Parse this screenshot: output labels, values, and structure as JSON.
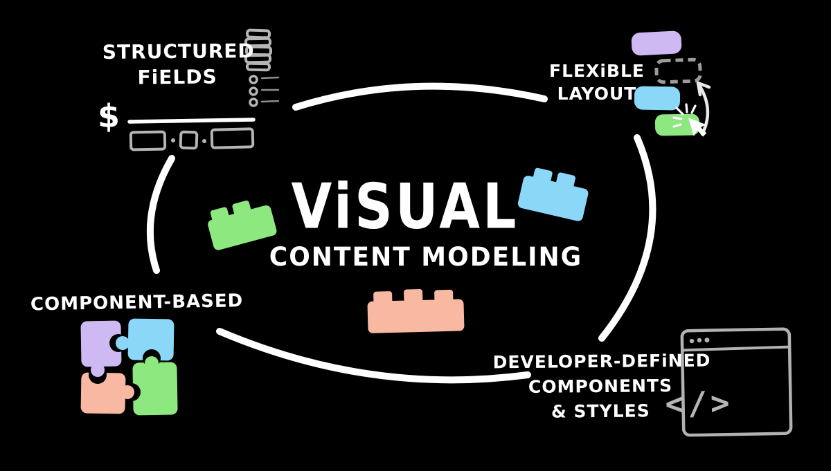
{
  "center": {
    "title": "ViSUAL",
    "subtitle": "CONTENT MODELING"
  },
  "labels": {
    "structured_fields": {
      "line1": "STRUCTURED",
      "line2": "FiELDS"
    },
    "flexible_layout": {
      "line1": "FLEXiBLE",
      "line2": "LAYOUT"
    },
    "component_based": {
      "text": "COMPONENT-BASED"
    },
    "developer_defined": {
      "line1": "DEVELOPER-DEFiNED",
      "line2": "COMPONENTS",
      "line3": "& STYLES"
    }
  },
  "glyphs": {
    "dollar": "$",
    "code": "</>"
  },
  "colors": {
    "bg": "#000000",
    "white": "#ffffff",
    "gray": "#b5b5b5",
    "gray-dim": "#8f8f8f",
    "purple": "#cfb9f3",
    "blue": "#8ad7f8",
    "green": "#8ce87f",
    "salmon": "#f8b8a2"
  },
  "icons": [
    "stack-icon",
    "bullet-list-icon",
    "currency-field-icon",
    "input-fields-icon",
    "layout-blocks-icon",
    "drop-zone-icon",
    "curved-arrow-icon",
    "cursor-click-icon",
    "lego-brick-icon",
    "puzzle-pieces-icon",
    "browser-window-icon",
    "code-tag-icon"
  ]
}
